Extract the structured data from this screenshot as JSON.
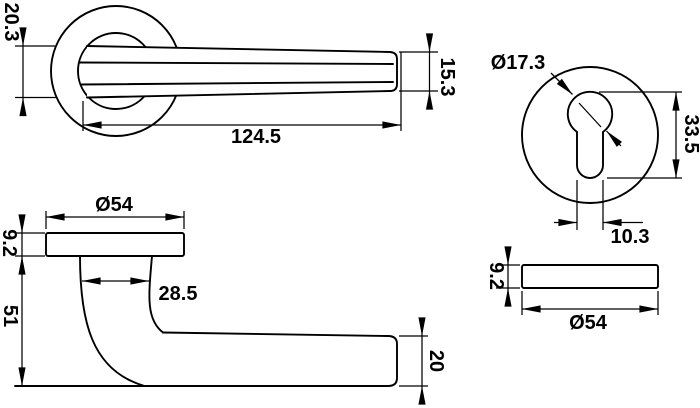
{
  "colors": {
    "line": "#000000",
    "background": "#ffffff"
  },
  "views": {
    "lever_front": {
      "dims": {
        "rose_height": "20.3",
        "length": "124.5",
        "end_height": "15.3"
      }
    },
    "cylinder_rose_front": {
      "dims": {
        "hole_diameter": "Ø17.3",
        "hole_height": "33.5",
        "hole_width": "10.3"
      }
    },
    "lever_side": {
      "dims": {
        "rose_diameter": "Ø54",
        "rose_thickness": "9.2",
        "neck_offset": "28.5",
        "projection": "51",
        "grip_height": "20"
      }
    },
    "cylinder_rose_side": {
      "dims": {
        "thickness": "9.2",
        "diameter": "Ø54"
      }
    }
  }
}
